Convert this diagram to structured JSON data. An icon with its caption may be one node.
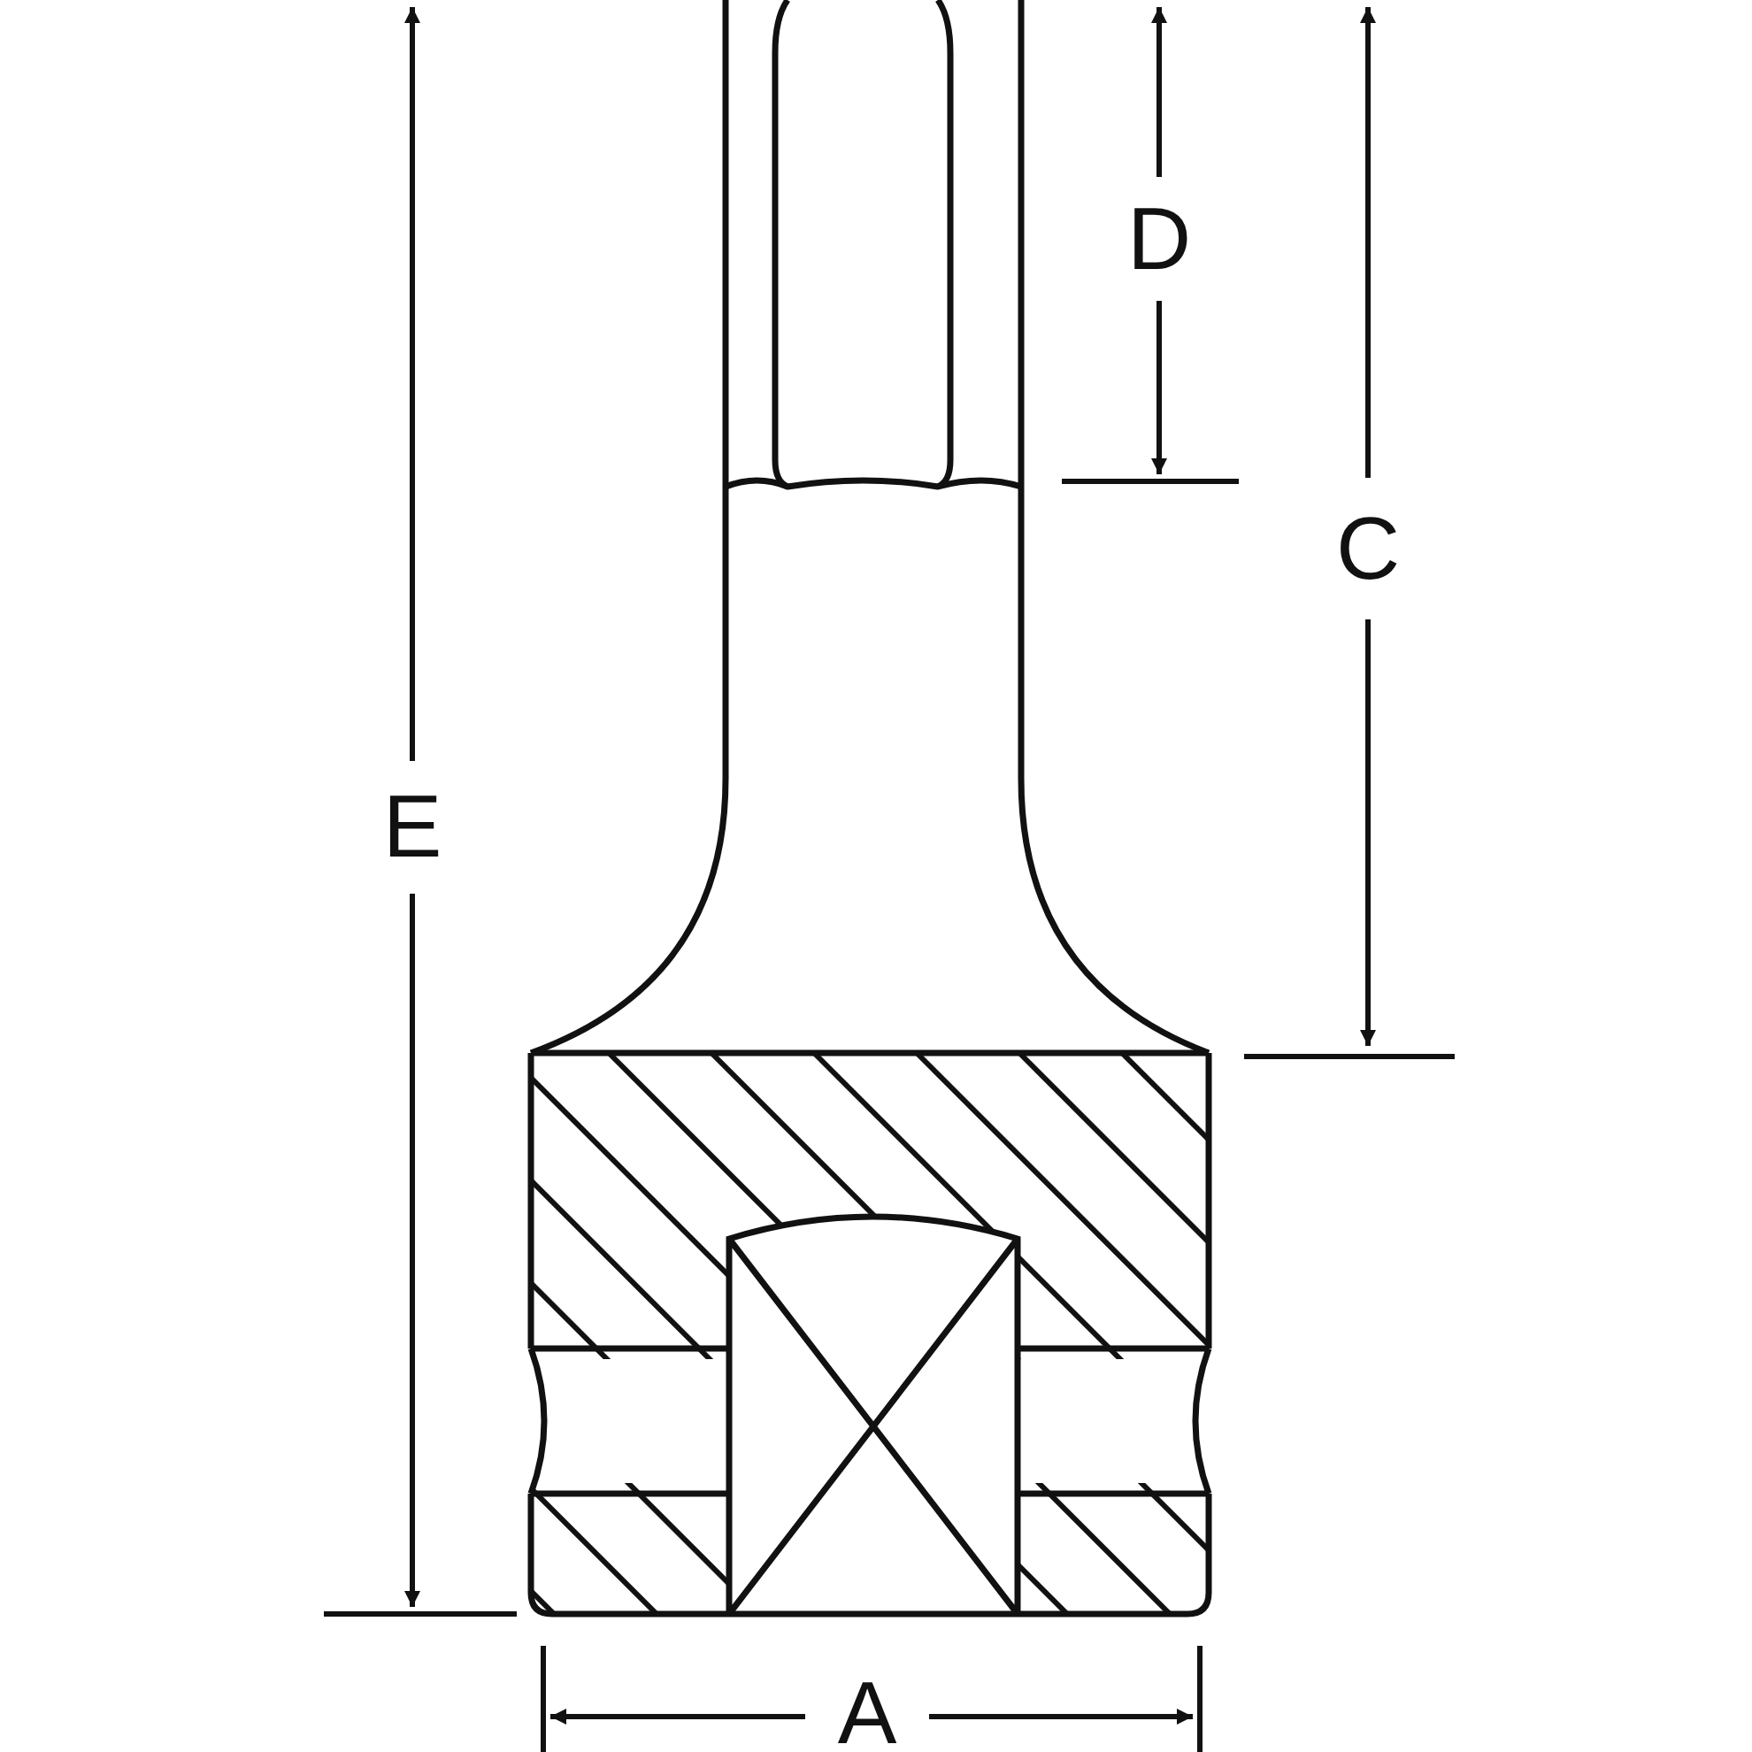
{
  "diagram": {
    "labels": [
      "D",
      "C",
      "E",
      "A"
    ]
  }
}
